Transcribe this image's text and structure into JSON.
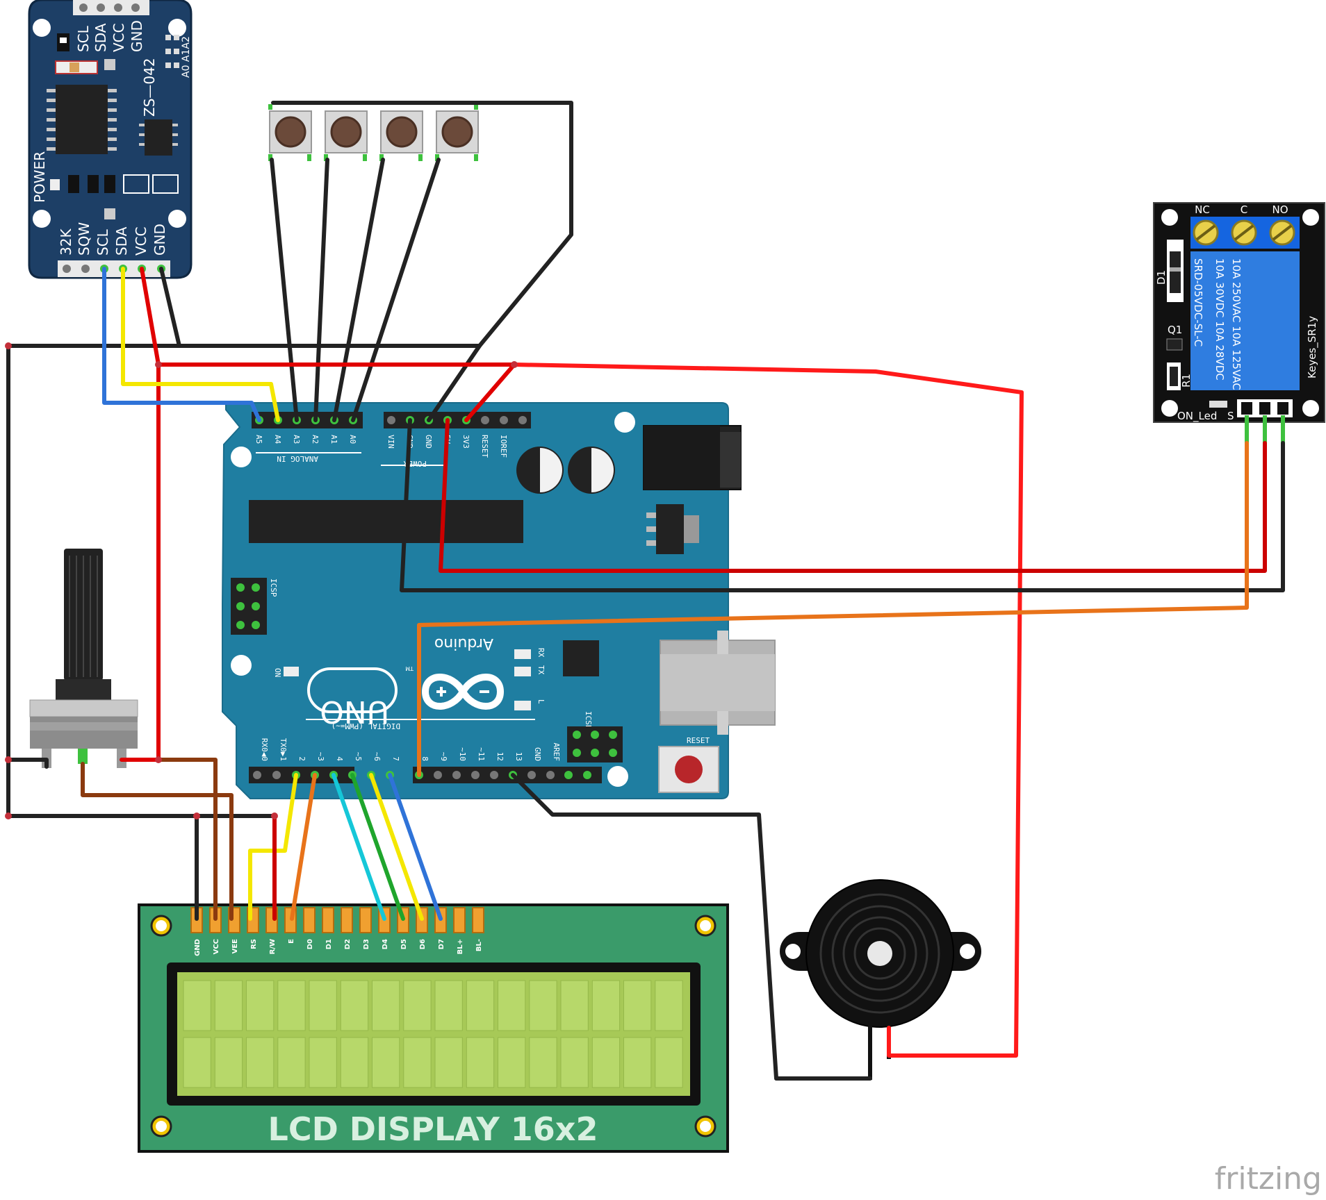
{
  "rtc_module": {
    "top_pins": [
      "SCL",
      "SDA",
      "VCC",
      "GND"
    ],
    "address_pins": "A0 A1A2",
    "chip_label": "ZS—042",
    "power_label": "POWER",
    "bottom_pins": [
      "32K",
      "SQW",
      "SCL",
      "SDA",
      "VCC",
      "GND"
    ]
  },
  "arduino": {
    "analog_pins": [
      "A5",
      "A4",
      "A3",
      "A2",
      "A1",
      "A0"
    ],
    "analog_header_label": "ANALOG IN",
    "power_pins": [
      "VIN",
      "GND",
      "GND",
      "5V",
      "3V3",
      "RESET",
      "IOREF"
    ],
    "power_header_label": "POWER",
    "icsp_label": "ICSP",
    "icsp2_label": "ICSP2",
    "on_label": "ON",
    "rx_label": "RX",
    "tx_label": "TX",
    "l_label": "L",
    "board_name": "UNO",
    "brand": "Arduino",
    "tm": "TM",
    "digital_label": "DIGITAL (PWM=~)",
    "digital_pins": [
      "RX0◀0",
      "TX0▶1",
      "2",
      "~3",
      "4",
      "~5",
      "~6",
      "7",
      "8",
      "~9",
      "~10",
      "~11",
      "12",
      "13",
      "GND",
      "AREF"
    ],
    "reset_label": "RESET"
  },
  "relay_module": {
    "terminals": [
      "NC",
      "C",
      "NO"
    ],
    "relay_text_1": "SRD-05VDC-SL-C",
    "relay_text_2": "10A 250VAC 10A 125VAC",
    "relay_text_3": "10A 30VDC 10A 28VDC",
    "brand": "Keyes_SR1y",
    "d1": "D1",
    "q1": "Q1",
    "r1": "R1",
    "on_led": "ON_Led",
    "signal_pin": "S",
    "plus_pin": "+",
    "minus_pin": "-"
  },
  "lcd": {
    "pins": [
      "GND",
      "VCC",
      "VEE",
      "RS",
      "R/W",
      "E",
      "D0",
      "D1",
      "D2",
      "D3",
      "D4",
      "D5",
      "D6",
      "D7",
      "BL+",
      "BL-"
    ],
    "title": "LCD DISPLAY 16x2",
    "rows": 2,
    "cols": 16
  },
  "watermark": "fritzing",
  "colors": {
    "arduino_board": "#1f7ea1",
    "rtc_board": "#1d3f66",
    "relay_board": "#111111",
    "relay_blue": "#2f7de0",
    "lcd_board": "#3a9b6a",
    "lcd_screen": "#a7c957",
    "wire_red": "#e00000",
    "wire_black": "#222222",
    "wire_yellow": "#f4e700",
    "wire_blue": "#2f73d8",
    "wire_orange": "#e8731a",
    "wire_brown": "#8b3a0f",
    "wire_green": "#1fa52c",
    "wire_cyan": "#15c7d8"
  }
}
